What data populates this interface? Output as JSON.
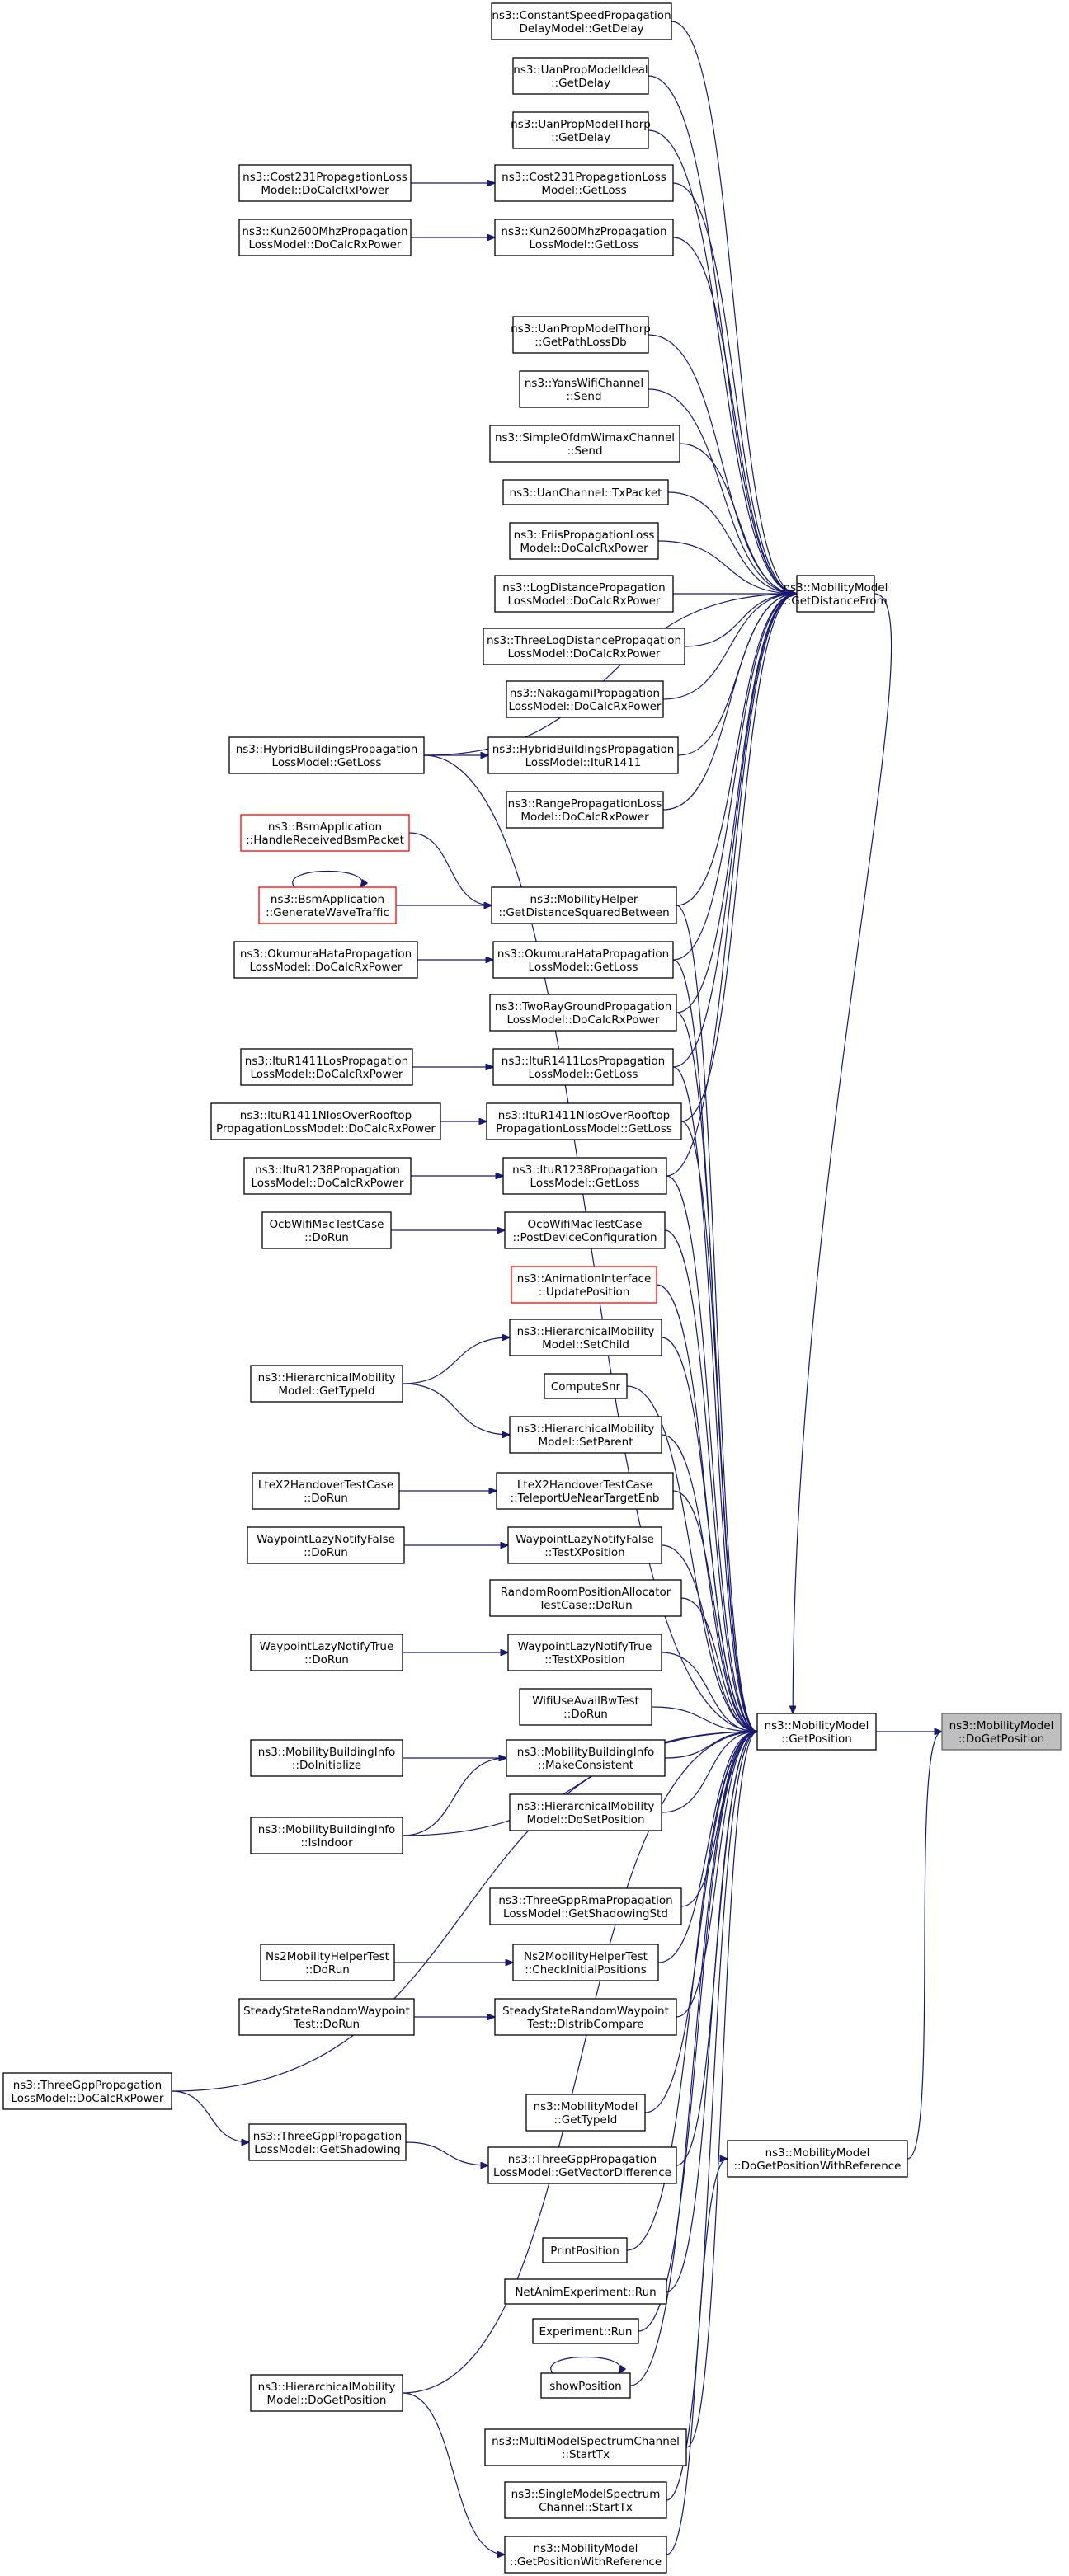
{
  "nodes": [
    {
      "id": "target",
      "lines": [
        "ns3::MobilityModel",
        "::DoGetPosition"
      ],
      "style": "selected"
    },
    {
      "id": "getpos",
      "lines": [
        "ns3::MobilityModel",
        "::GetPosition"
      ]
    },
    {
      "id": "getdist",
      "lines": [
        "ns3::MobilityModel",
        "::GetDistanceFrom"
      ]
    },
    {
      "id": "dgpwr",
      "lines": [
        "ns3::MobilityModel",
        "::DoGetPositionWithReference"
      ]
    },
    {
      "id": "csp",
      "lines": [
        "ns3::ConstantSpeedPropagation",
        "DelayModel::GetDelay"
      ]
    },
    {
      "id": "uanideal",
      "lines": [
        "ns3::UanPropModelIdeal",
        "::GetDelay"
      ]
    },
    {
      "id": "uanthorp_d",
      "lines": [
        "ns3::UanPropModelThorp",
        "::GetDelay"
      ]
    },
    {
      "id": "c231_dcr",
      "lines": [
        "ns3::Cost231PropagationLoss",
        "Model::DoCalcRxPower"
      ]
    },
    {
      "id": "c231_gl",
      "lines": [
        "ns3::Cost231PropagationLoss",
        "Model::GetLoss"
      ]
    },
    {
      "id": "kun_dcr",
      "lines": [
        "ns3::Kun2600MhzPropagation",
        "LossModel::DoCalcRxPower"
      ]
    },
    {
      "id": "kun_gl",
      "lines": [
        "ns3::Kun2600MhzPropagation",
        "LossModel::GetLoss"
      ]
    },
    {
      "id": "uanthorp_pl",
      "lines": [
        "ns3::UanPropModelThorp",
        "::GetPathLossDb"
      ]
    },
    {
      "id": "yans",
      "lines": [
        "ns3::YansWifiChannel",
        "::Send"
      ]
    },
    {
      "id": "sofdm",
      "lines": [
        "ns3::SimpleOfdmWimaxChannel",
        "::Send"
      ]
    },
    {
      "id": "uanch",
      "lines": [
        "ns3::UanChannel::TxPacket"
      ]
    },
    {
      "id": "friis",
      "lines": [
        "ns3::FriisPropagationLoss",
        "Model::DoCalcRxPower"
      ]
    },
    {
      "id": "logd",
      "lines": [
        "ns3::LogDistancePropagation",
        "LossModel::DoCalcRxPower"
      ]
    },
    {
      "id": "tlogd",
      "lines": [
        "ns3::ThreeLogDistancePropagation",
        "LossModel::DoCalcRxPower"
      ]
    },
    {
      "id": "naka",
      "lines": [
        "ns3::NakagamiPropagation",
        "LossModel::DoCalcRxPower"
      ]
    },
    {
      "id": "hbp_gl",
      "lines": [
        "ns3::HybridBuildingsPropagation",
        "LossModel::GetLoss"
      ]
    },
    {
      "id": "hbp_itu",
      "lines": [
        "ns3::HybridBuildingsPropagation",
        "LossModel::ItuR1411"
      ]
    },
    {
      "id": "range",
      "lines": [
        "ns3::RangePropagationLoss",
        "Model::DoCalcRxPower"
      ]
    },
    {
      "id": "bsm_h",
      "lines": [
        "ns3::BsmApplication",
        "::HandleReceivedBsmPacket"
      ],
      "style": "red"
    },
    {
      "id": "bsm_g",
      "lines": [
        "ns3::BsmApplication",
        "::GenerateWaveTraffic"
      ],
      "style": "red"
    },
    {
      "id": "mh_gds",
      "lines": [
        "ns3::MobilityHelper",
        "::GetDistanceSquaredBetween"
      ]
    },
    {
      "id": "oku_dcr",
      "lines": [
        "ns3::OkumuraHataPropagation",
        "LossModel::DoCalcRxPower"
      ]
    },
    {
      "id": "oku_gl",
      "lines": [
        "ns3::OkumuraHataPropagation",
        "LossModel::GetLoss"
      ]
    },
    {
      "id": "tworay",
      "lines": [
        "ns3::TwoRayGroundPropagation",
        "LossModel::DoCalcRxPower"
      ]
    },
    {
      "id": "itulos_dcr",
      "lines": [
        "ns3::ItuR1411LosPropagation",
        "LossModel::DoCalcRxPower"
      ]
    },
    {
      "id": "itulos_gl",
      "lines": [
        "ns3::ItuR1411LosPropagation",
        "LossModel::GetLoss"
      ]
    },
    {
      "id": "itunlos_dcr",
      "lines": [
        "ns3::ItuR1411NlosOverRooftop",
        "PropagationLossModel::DoCalcRxPower"
      ]
    },
    {
      "id": "itunlos_gl",
      "lines": [
        "ns3::ItuR1411NlosOverRooftop",
        "PropagationLossModel::GetLoss"
      ]
    },
    {
      "id": "itu1238_dcr",
      "lines": [
        "ns3::ItuR1238Propagation",
        "LossModel::DoCalcRxPower"
      ]
    },
    {
      "id": "itu1238_gl",
      "lines": [
        "ns3::ItuR1238Propagation",
        "LossModel::GetLoss"
      ]
    },
    {
      "id": "ocb_dr",
      "lines": [
        "OcbWifiMacTestCase",
        "::DoRun"
      ]
    },
    {
      "id": "ocb_pdc",
      "lines": [
        "OcbWifiMacTestCase",
        "::PostDeviceConfiguration"
      ]
    },
    {
      "id": "anim",
      "lines": [
        "ns3::AnimationInterface",
        "::UpdatePosition"
      ],
      "style": "red"
    },
    {
      "id": "hm_sc",
      "lines": [
        "ns3::HierarchicalMobility",
        "Model::SetChild"
      ]
    },
    {
      "id": "hm_gti",
      "lines": [
        "ns3::HierarchicalMobility",
        "Model::GetTypeId"
      ]
    },
    {
      "id": "csnr",
      "lines": [
        "ComputeSnr"
      ]
    },
    {
      "id": "hm_sp",
      "lines": [
        "ns3::HierarchicalMobility",
        "Model::SetParent"
      ]
    },
    {
      "id": "ltex_dr",
      "lines": [
        "LteX2HandoverTestCase",
        "::DoRun"
      ]
    },
    {
      "id": "ltex_tp",
      "lines": [
        "LteX2HandoverTestCase",
        "::TeleportUeNearTargetEnb"
      ]
    },
    {
      "id": "wlnf_dr",
      "lines": [
        "WaypointLazyNotifyFalse",
        "::DoRun"
      ]
    },
    {
      "id": "wlnf_tx",
      "lines": [
        "WaypointLazyNotifyFalse",
        "::TestXPosition"
      ]
    },
    {
      "id": "rrpa",
      "lines": [
        "RandomRoomPositionAllocator",
        "TestCase::DoRun"
      ]
    },
    {
      "id": "wlnt_dr",
      "lines": [
        "WaypointLazyNotifyTrue",
        "::DoRun"
      ]
    },
    {
      "id": "wlnt_tx",
      "lines": [
        "WaypointLazyNotifyTrue",
        "::TestXPosition"
      ]
    },
    {
      "id": "wifiuse",
      "lines": [
        "WifiUseAvailBwTest",
        "::DoRun"
      ]
    },
    {
      "id": "mbi_init",
      "lines": [
        "ns3::MobilityBuildingInfo",
        "::DoInitialize"
      ]
    },
    {
      "id": "mbi_mc",
      "lines": [
        "ns3::MobilityBuildingInfo",
        "::MakeConsistent"
      ]
    },
    {
      "id": "mbi_ii",
      "lines": [
        "ns3::MobilityBuildingInfo",
        "::IsIndoor"
      ]
    },
    {
      "id": "hm_dsp",
      "lines": [
        "ns3::HierarchicalMobility",
        "Model::DoSetPosition"
      ]
    },
    {
      "id": "rma",
      "lines": [
        "ns3::ThreeGppRmaPropagation",
        "LossModel::GetShadowingStd"
      ]
    },
    {
      "id": "ns2_dr",
      "lines": [
        "Ns2MobilityHelperTest",
        "::DoRun"
      ]
    },
    {
      "id": "ns2_cip",
      "lines": [
        "Ns2MobilityHelperTest",
        "::CheckInitialPositions"
      ]
    },
    {
      "id": "ssrw_dr",
      "lines": [
        "SteadyStateRandomWaypoint",
        "Test::DoRun"
      ]
    },
    {
      "id": "ssrw_dc",
      "lines": [
        "SteadyStateRandomWaypoint",
        "Test::DistribCompare"
      ]
    },
    {
      "id": "tgp_dcr",
      "lines": [
        "ns3::ThreeGppPropagation",
        "LossModel::DoCalcRxPower"
      ]
    },
    {
      "id": "mm_gti",
      "lines": [
        "ns3::MobilityModel",
        "::GetTypeId"
      ]
    },
    {
      "id": "tgp_gs",
      "lines": [
        "ns3::ThreeGppPropagation",
        "LossModel::GetShadowing"
      ]
    },
    {
      "id": "tgp_gvd",
      "lines": [
        "ns3::ThreeGppPropagation",
        "LossModel::GetVectorDifference"
      ]
    },
    {
      "id": "ppos",
      "lines": [
        "PrintPosition"
      ]
    },
    {
      "id": "netanim",
      "lines": [
        "NetAnimExperiment::Run"
      ]
    },
    {
      "id": "exp_run",
      "lines": [
        "Experiment::Run"
      ]
    },
    {
      "id": "showpos",
      "lines": [
        "showPosition"
      ]
    },
    {
      "id": "hm_dgp",
      "lines": [
        "ns3::HierarchicalMobility",
        "Model::DoGetPosition"
      ]
    },
    {
      "id": "mmsc",
      "lines": [
        "ns3::MultiModelSpectrumChannel",
        "::StartTx"
      ]
    },
    {
      "id": "smsc",
      "lines": [
        "ns3::SingleModelSpectrum",
        "Channel::StartTx"
      ]
    },
    {
      "id": "mm_gpwr",
      "lines": [
        "ns3::MobilityModel",
        "::GetPositionWithReference"
      ]
    }
  ]
}
